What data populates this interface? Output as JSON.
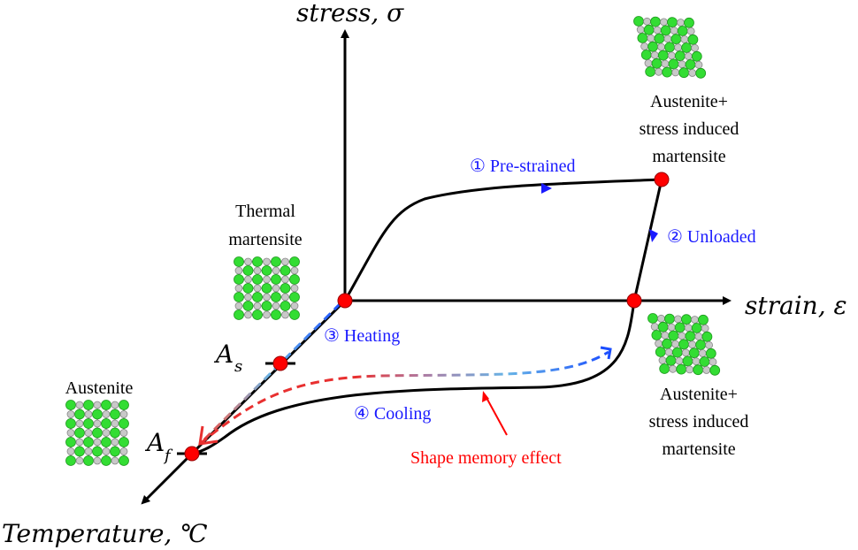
{
  "axes": {
    "stress": "stress, σ",
    "strain": "strain, ε",
    "temperature": "Temperature, ℃"
  },
  "points": {
    "as_label": "A",
    "as_sub": "s",
    "af_label": "A",
    "af_sub": "f"
  },
  "phases": {
    "top_right_line1": "Austenite+",
    "top_right_line2": "stress induced",
    "top_right_line3": "martensite",
    "bottom_right_line1": "Austenite+",
    "bottom_right_line2": "stress induced",
    "bottom_right_line3": "martensite",
    "thermal_line1": "Thermal",
    "thermal_line2": "martensite",
    "austenite": "Austenite"
  },
  "steps": {
    "pre_strained": "① Pre-strained",
    "unloaded": "② Unloaded",
    "heating": "③ Heating",
    "cooling": "④ Cooling"
  },
  "annotation": "Shape memory effect",
  "colors": {
    "axis": "#000000",
    "point": "#ff0000",
    "step_text": "#1a1aff",
    "sme_text": "#ff0000",
    "atom_green": "#33dd33",
    "atom_gray": "#c8c8c8"
  }
}
